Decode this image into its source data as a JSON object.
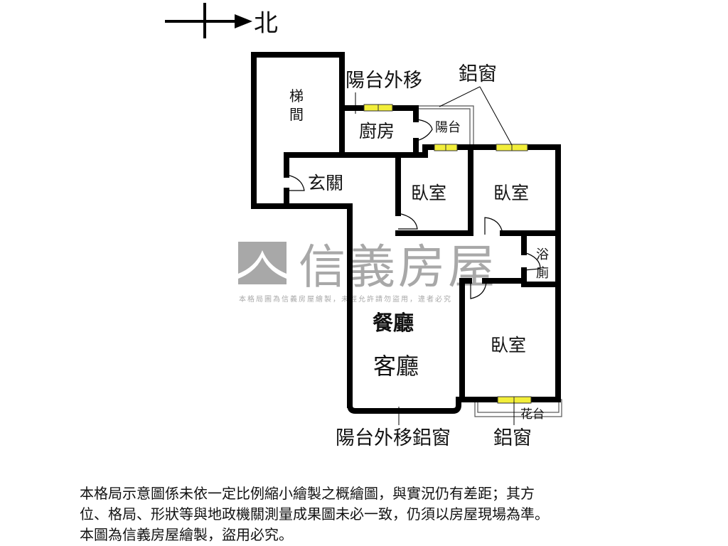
{
  "compass": {
    "north_label": "北"
  },
  "rooms": {
    "stairwell_1": "梯",
    "stairwell_2": "間",
    "kitchen": "廚房",
    "balcony": "陽台",
    "entrance": "玄關",
    "bedroom_1": "臥室",
    "bedroom_2": "臥室",
    "bathroom_1": "浴",
    "bathroom_2": "廁",
    "dining": "餐廳",
    "living": "客廳",
    "bedroom_3": "臥室",
    "planter": "花台"
  },
  "annotations": {
    "balcony_moved_out": "陽台外移",
    "aluminum_window_top": "鋁窗",
    "balcony_moved_out_window": "陽台外移鋁窗",
    "aluminum_window_bottom": "鋁窗"
  },
  "watermark": {
    "brand": "信義房屋",
    "notice": "本格局圖為信義房屋繪製，未經允許請勿盜用，違者必究"
  },
  "disclaimer": [
    "本格局示意圖係未依一定比例縮小繪製之概繪圖，與實況仍有差距；其方",
    "位、格局、形狀等與地政機關測量成果圖未必一致，仍須以房屋現場為準。",
    "本圖為信義房屋繪製，盜用必究。"
  ],
  "colors": {
    "wall": "#000000",
    "window": "#f2ee3a",
    "watermark": "#9a9a9a"
  }
}
